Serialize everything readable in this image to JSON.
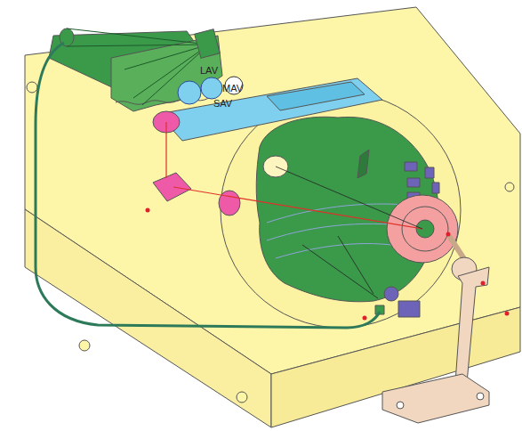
{
  "diagram": {
    "labels": [
      "LAV",
      "MAV",
      "SAV"
    ]
  }
}
